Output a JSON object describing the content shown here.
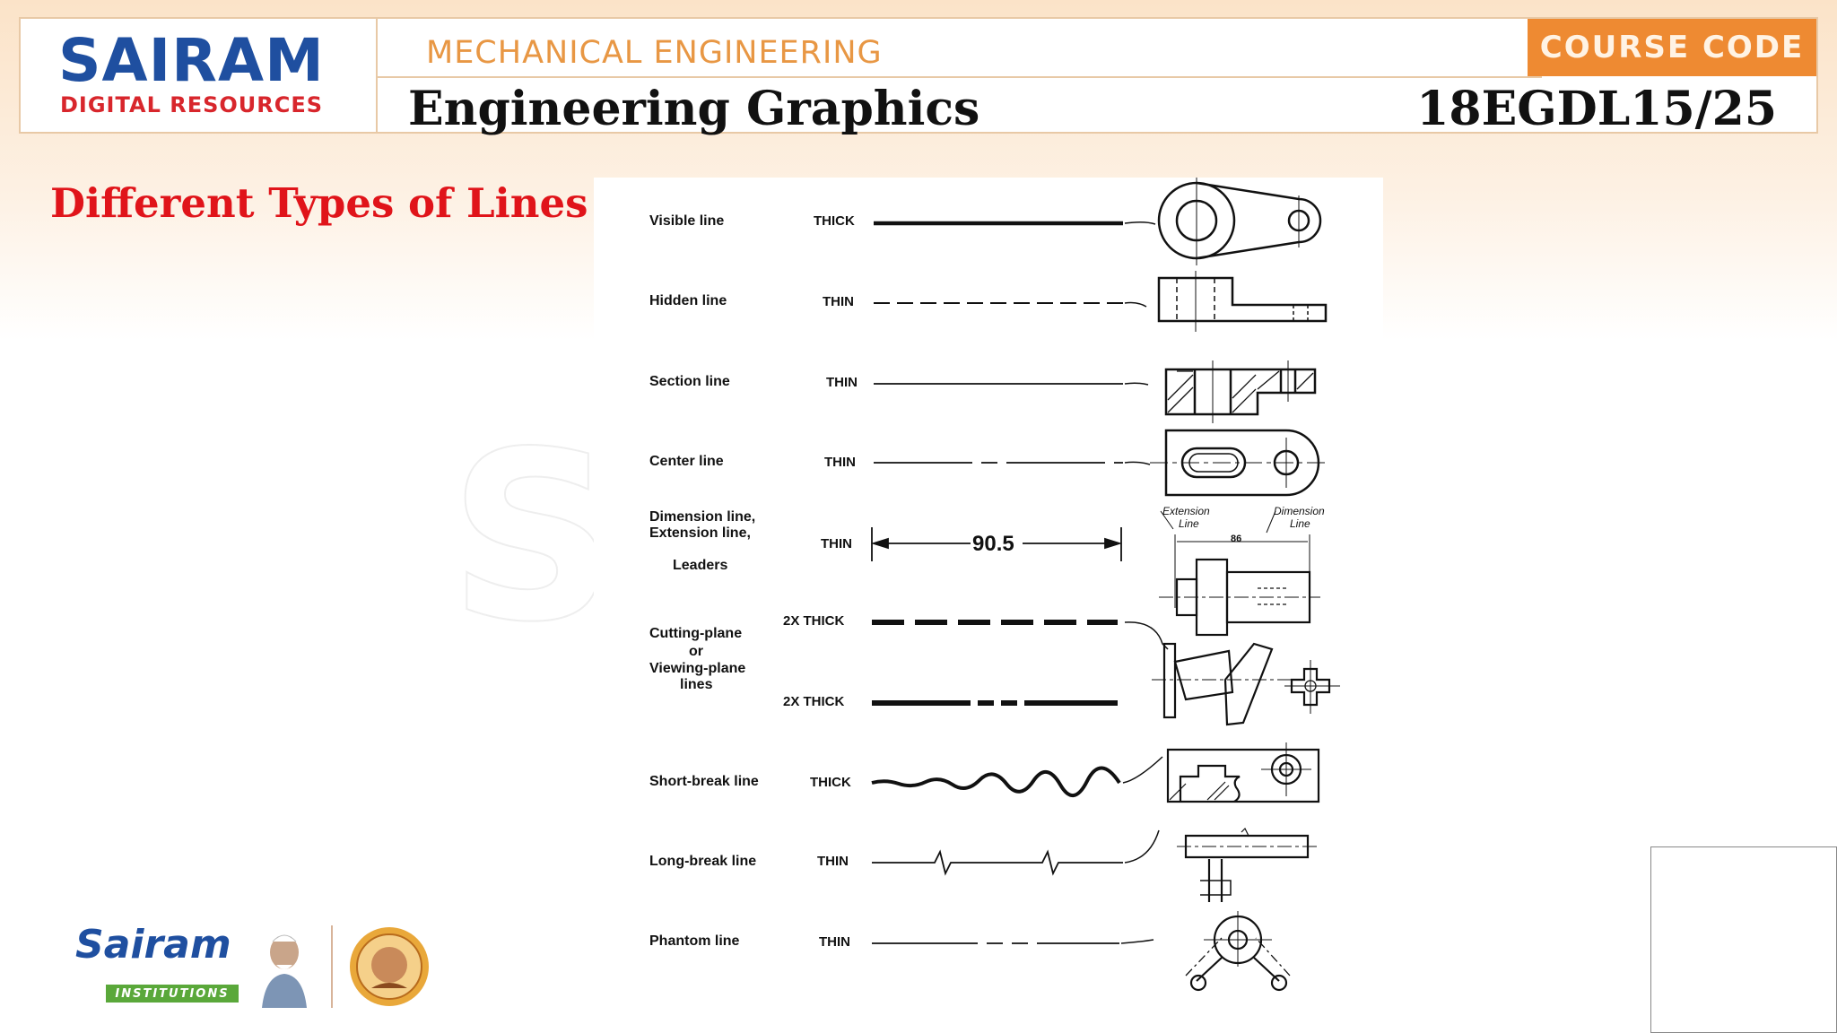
{
  "header": {
    "logo_main": "SAIRAM",
    "logo_sub": "DIGITAL RESOURCES",
    "department": "MECHANICAL ENGINEERING",
    "subject": "Engineering Graphics",
    "course_code_label": "COURSE CODE",
    "course_code": "18EGDL15/25"
  },
  "slide": {
    "title": "Different Types of Lines"
  },
  "figure": {
    "rows": [
      {
        "name": "Visible line",
        "weight": "THICK",
        "style": "solid"
      },
      {
        "name": "Hidden line",
        "weight": "THIN",
        "style": "dashed"
      },
      {
        "name": "Section line",
        "weight": "THIN",
        "style": "solid"
      },
      {
        "name": "Center line",
        "weight": "THIN",
        "style": "long-short"
      },
      {
        "name_lines": [
          "Dimension line,",
          "Extension line,",
          "Leaders"
        ],
        "weight": "THIN",
        "dimension_value": "90.5"
      },
      {
        "name_lines": [
          "Cutting-plane",
          "or",
          "Viewing-plane",
          "lines"
        ],
        "weights": [
          "2X THICK",
          "2X THICK"
        ]
      },
      {
        "name": "Short-break line",
        "weight": "THICK",
        "style": "freehand"
      },
      {
        "name": "Long-break line",
        "weight": "THIN",
        "style": "zigzag"
      },
      {
        "name": "Phantom line",
        "weight": "THIN",
        "style": "long-short-short"
      }
    ],
    "annotations": {
      "extension_line": [
        "Extension",
        "Line"
      ],
      "dimension_line": [
        "Dimension",
        "Line"
      ],
      "dim_small": "86"
    }
  },
  "footer": {
    "institution": "Sairam",
    "institution_sub": "INSTITUTIONS",
    "person_icon": "founder-portrait-icon",
    "seal_icon": "college-seal-icon"
  },
  "colors": {
    "brand_blue": "#1f4fa0",
    "brand_red": "#d8262c",
    "accent_orange": "#ee8a32",
    "title_red": "#e0141a"
  }
}
